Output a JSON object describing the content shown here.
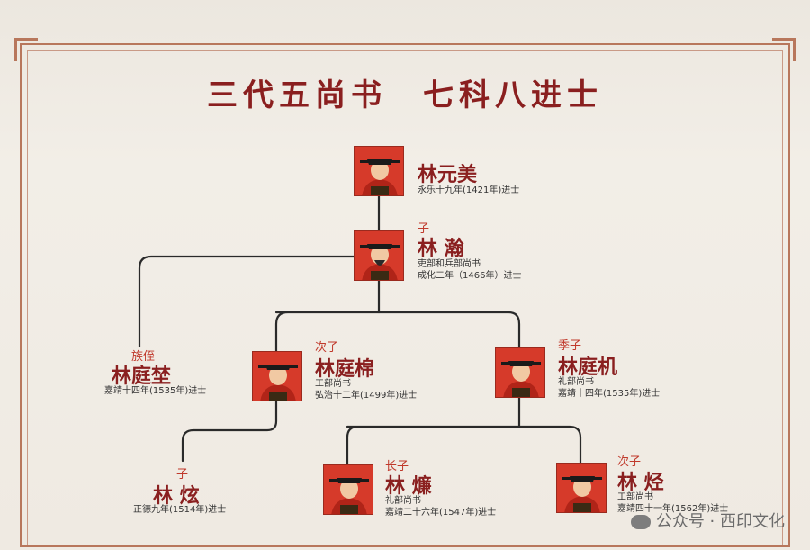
{
  "title": {
    "left": "三代五尚书",
    "right": "七科八进士"
  },
  "people": [
    {
      "id": "lin-yuanmei",
      "rel": "",
      "name": "林元美",
      "lines": [
        "永乐十九年(1421年)进士"
      ]
    },
    {
      "id": "lin-han",
      "rel": "子",
      "name": "林 瀚",
      "lines": [
        "吏部和兵部尚书",
        "成化二年（1466年）进士"
      ]
    },
    {
      "id": "lin-tingkun",
      "rel": "族侄",
      "name": "林庭埜",
      "lines": [
        "嘉靖十四年(1535年)进士"
      ]
    },
    {
      "id": "lin-tingang",
      "rel": "次子",
      "name": "林庭棉",
      "lines": [
        "工部尚书",
        "弘治十二年(1499年)进士"
      ]
    },
    {
      "id": "lin-tingji",
      "rel": "季子",
      "name": "林庭机",
      "lines": [
        "礼部尚书",
        "嘉靖十四年(1535年)进士"
      ]
    },
    {
      "id": "lin-xuan",
      "rel": "子",
      "name": "林 炫",
      "lines": [
        "正德九年(1514年)进士"
      ]
    },
    {
      "id": "lin-lian",
      "rel": "长子",
      "name": "林 燫",
      "lines": [
        "礼部尚书",
        "嘉靖二十六年(1547年)进士"
      ]
    },
    {
      "id": "lin-ye",
      "rel": "次子",
      "name": "林 烃",
      "lines": [
        "工部尚书",
        "嘉靖四十一年(1562年)进士"
      ]
    }
  ],
  "watermark": "公众号 · 西印文化",
  "colors": {
    "name": "#8a1f1f",
    "relation": "#c0392b",
    "portrait_bg": "#d63a2a",
    "line": "#2a2a2a",
    "frame": "#b8775c"
  }
}
